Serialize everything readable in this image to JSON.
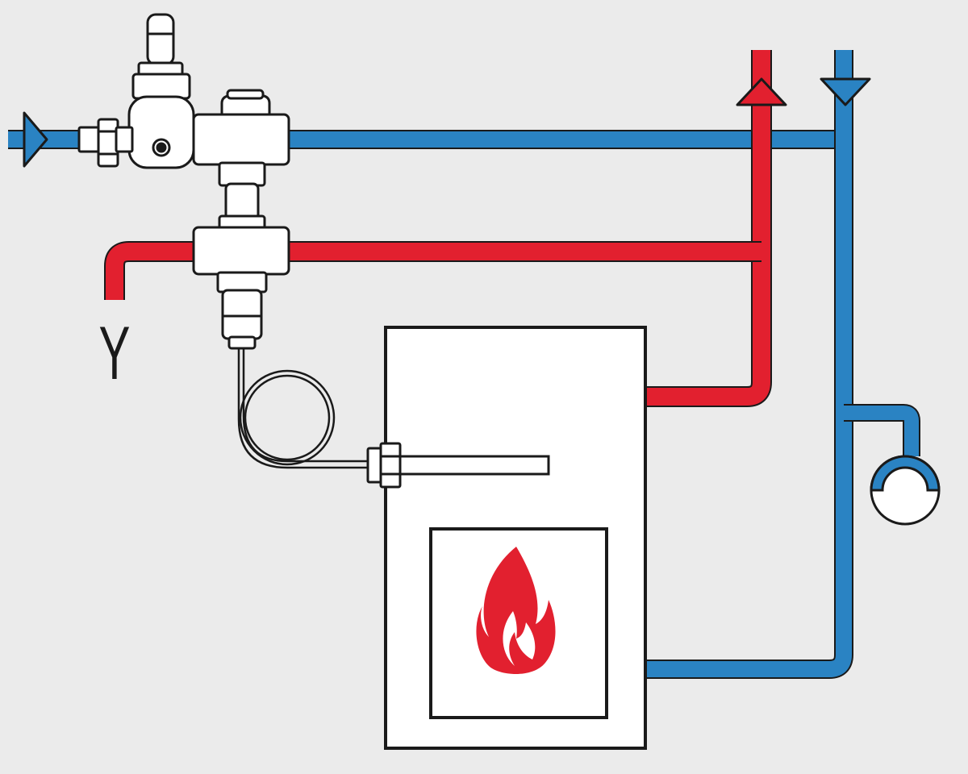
{
  "diagram": {
    "colors": {
      "background": "#ebebeb",
      "cold_pipe": "#2a83c3",
      "hot_pipe": "#e2202f",
      "outline": "#1a1a1a",
      "fill": "#ffffff",
      "flame": "#e2202f"
    },
    "labels": {
      "drain": "Y"
    },
    "components": [
      "cold-water-inlet",
      "safety-relief-valve",
      "thermal-discharge-valve",
      "drain-outlet",
      "capillary-tube",
      "sensor-probe",
      "boiler",
      "firebox",
      "flame-icon",
      "hot-water-supply",
      "cold-water-return",
      "circulation-pump"
    ]
  }
}
